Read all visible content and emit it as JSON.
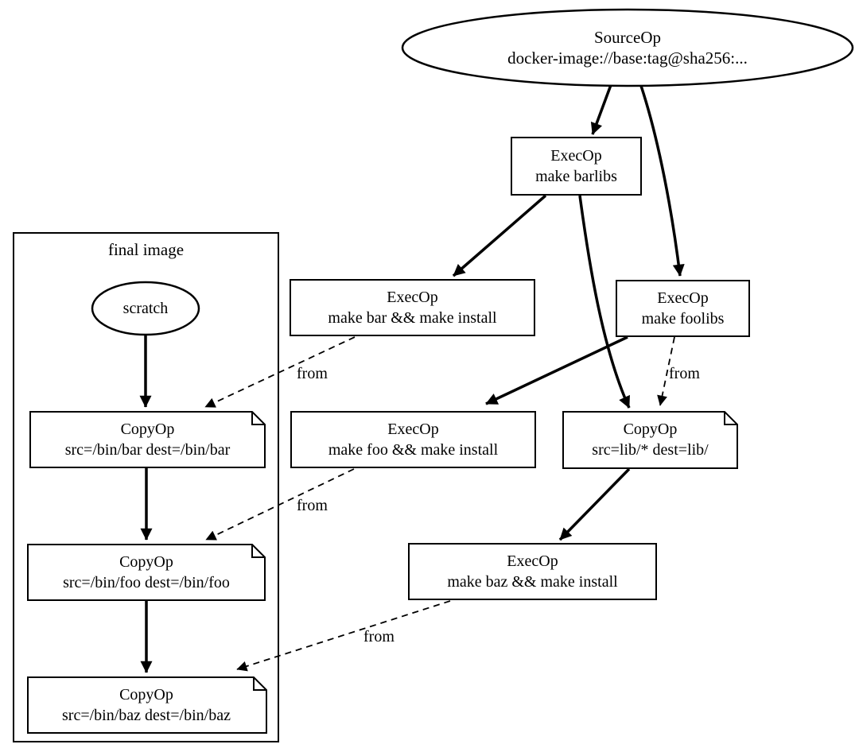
{
  "diagram": {
    "cluster_label": "final image",
    "nodes": {
      "source": {
        "title": "SourceOp",
        "sub": "docker-image://base:tag@sha256:..."
      },
      "exec_barlibs": {
        "title": "ExecOp",
        "sub": "make barlibs"
      },
      "exec_bar": {
        "title": "ExecOp",
        "sub": "make bar && make install"
      },
      "exec_foolibs": {
        "title": "ExecOp",
        "sub": "make foolibs"
      },
      "exec_foo": {
        "title": "ExecOp",
        "sub": "make foo && make install"
      },
      "exec_baz": {
        "title": "ExecOp",
        "sub": "make baz && make install"
      },
      "copy_lib": {
        "title": "CopyOp",
        "sub": "src=lib/* dest=lib/"
      },
      "scratch": {
        "title": "scratch"
      },
      "copy_bar": {
        "title": "CopyOp",
        "sub": "src=/bin/bar dest=/bin/bar"
      },
      "copy_foo": {
        "title": "CopyOp",
        "sub": "src=/bin/foo dest=/bin/foo"
      },
      "copy_baz": {
        "title": "CopyOp",
        "sub": "src=/bin/baz dest=/bin/baz"
      }
    },
    "edge_labels": {
      "bar_from": "from",
      "foolibs_from": "from",
      "foo_from": "from",
      "baz_from": "from"
    },
    "colors": {
      "line": "#000000",
      "background": "#ffffff",
      "node_fill": "#ffffff"
    }
  }
}
